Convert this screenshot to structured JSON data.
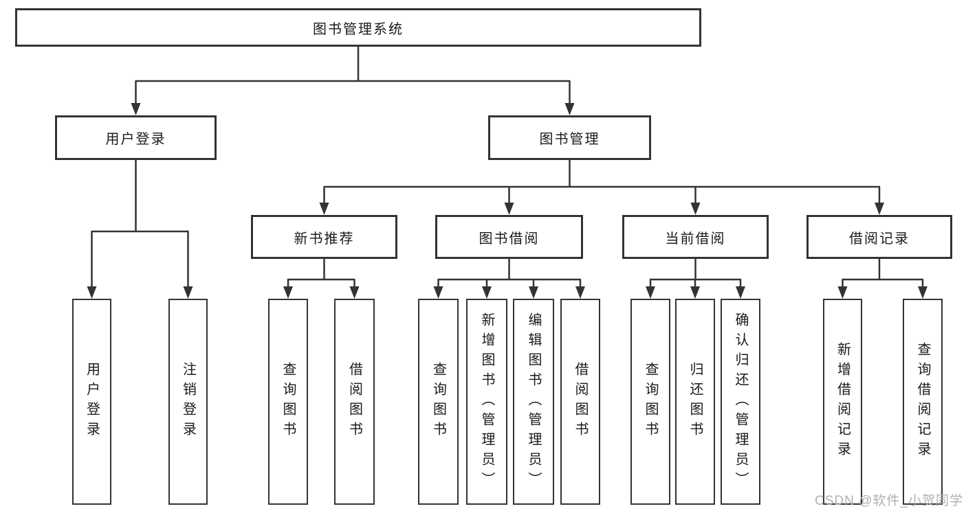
{
  "tree": {
    "label": "图书管理系统",
    "children": [
      {
        "label": "用户登录",
        "children": [
          {
            "label": "用户登录"
          },
          {
            "label": "注销登录"
          }
        ]
      },
      {
        "label": "图书管理",
        "children": [
          {
            "label": "新书推荐",
            "children": [
              {
                "label": "查询图书"
              },
              {
                "label": "借阅图书"
              }
            ]
          },
          {
            "label": "图书借阅",
            "children": [
              {
                "label": "查询图书"
              },
              {
                "label": "新增图书（管理员）"
              },
              {
                "label": "编辑图书（管理员）"
              },
              {
                "label": "借阅图书"
              }
            ]
          },
          {
            "label": "当前借阅",
            "children": [
              {
                "label": "查询图书"
              },
              {
                "label": "归还图书"
              },
              {
                "label": "确认归还（管理员）"
              }
            ]
          },
          {
            "label": "借阅记录",
            "children": [
              {
                "label": "新增借阅记录"
              },
              {
                "label": "查询借阅记录"
              }
            ]
          }
        ]
      }
    ]
  },
  "watermark": "CSDN @软件_小贺同学",
  "colors": {
    "line": "#333333",
    "box_border": "#333333",
    "text": "#1a1a1a",
    "watermark": "#b0b0b0",
    "background": "#ffffff"
  }
}
